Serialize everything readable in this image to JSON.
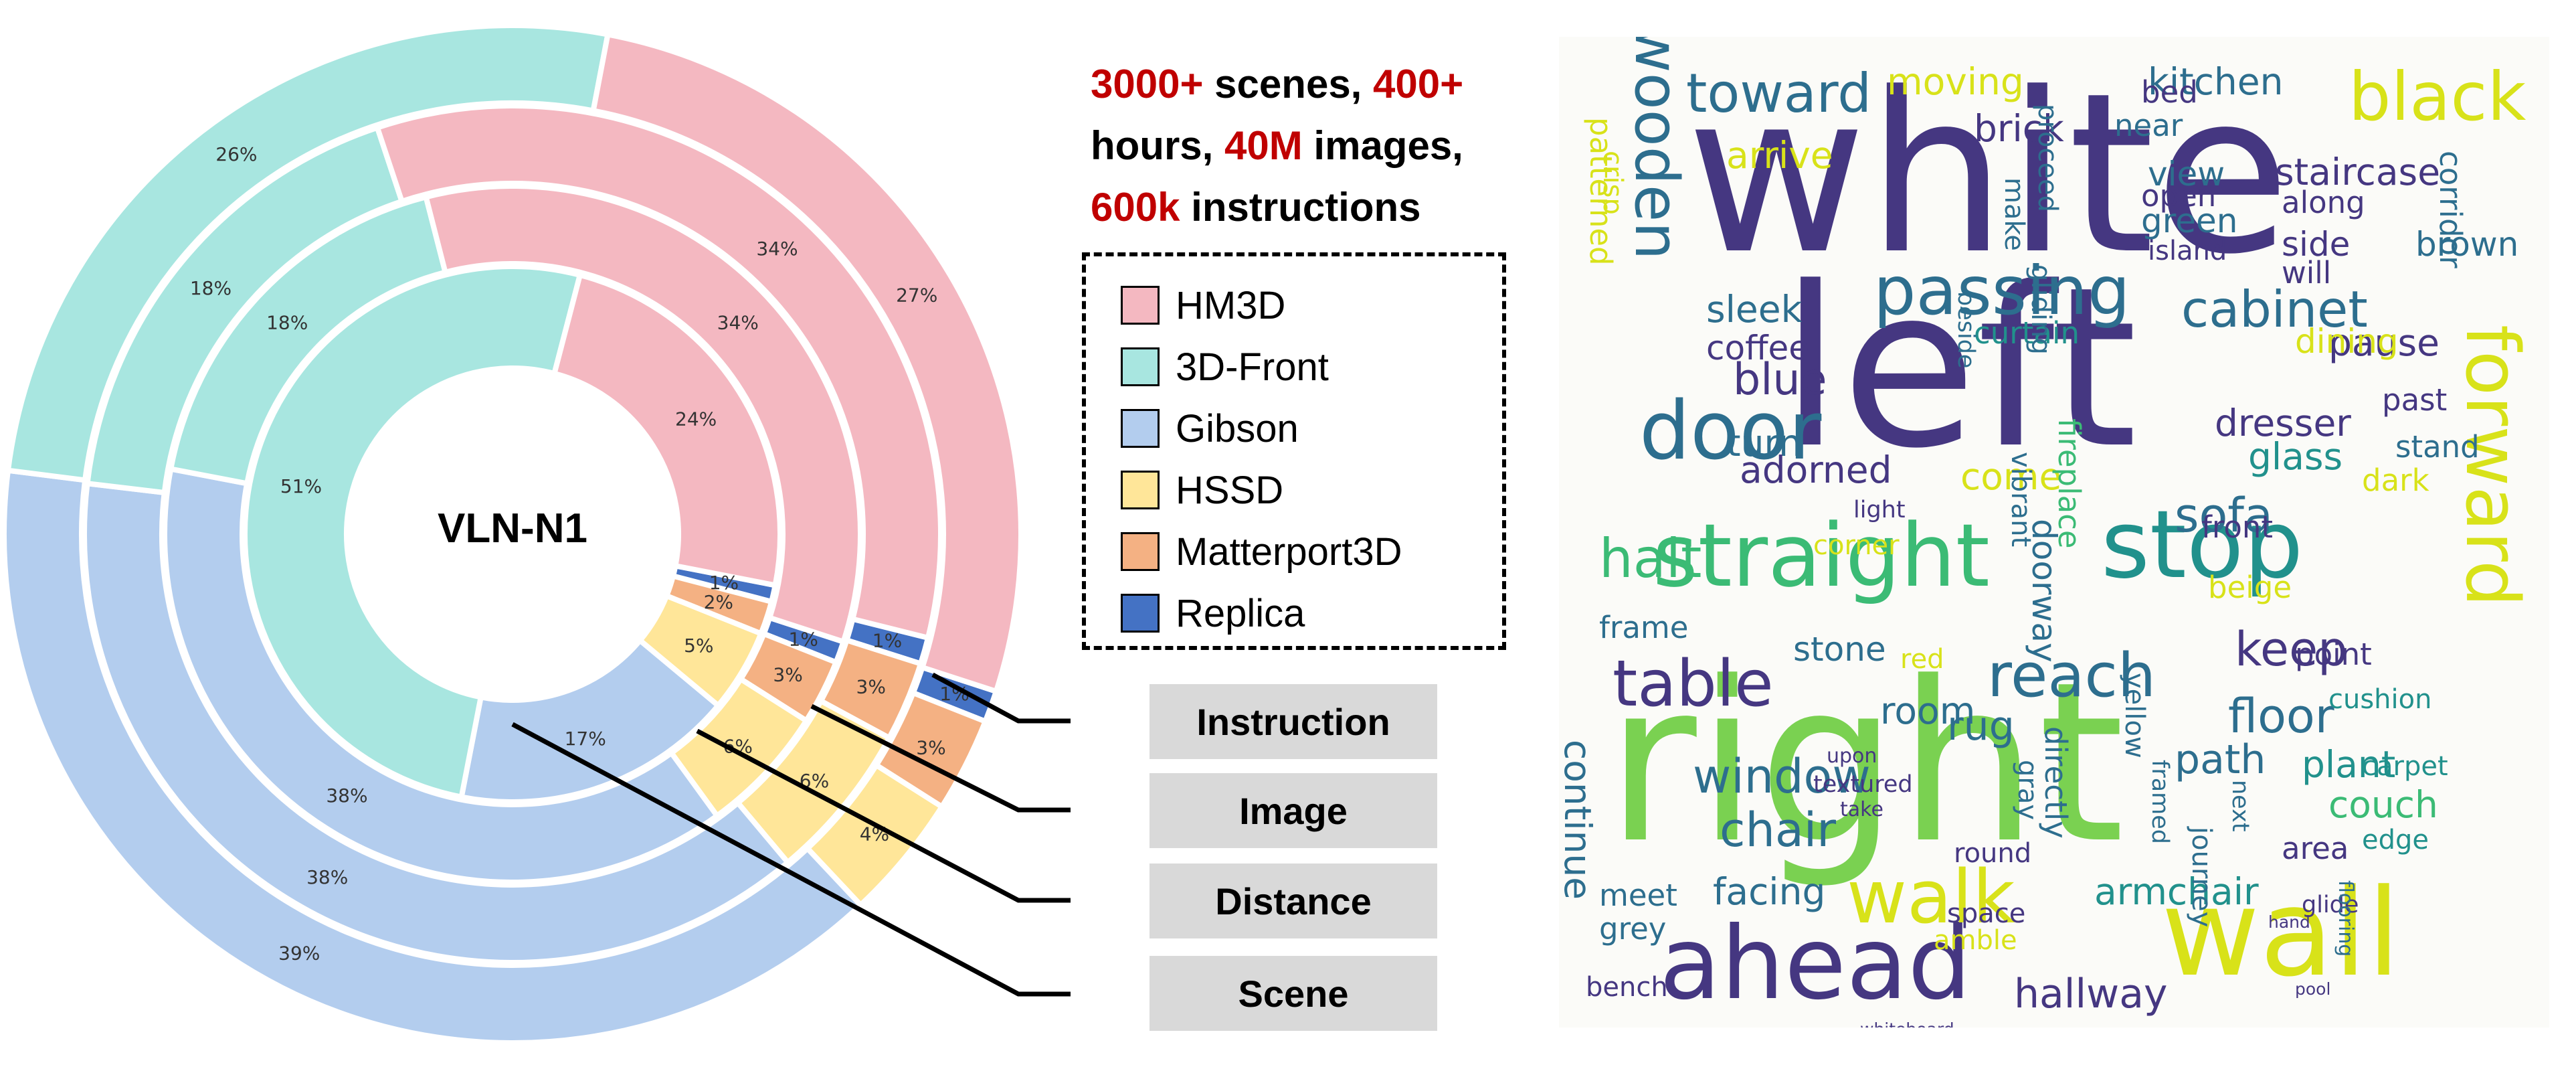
{
  "chart_data": {
    "type": "pie",
    "subtype": "nested-donut",
    "center_label": "VLN-N1",
    "categories": [
      "HM3D",
      "3D-Front",
      "Gibson",
      "HSSD",
      "Matterport3D",
      "Replica"
    ],
    "colors": {
      "HM3D": "#f4b8c1",
      "3D-Front": "#a8e6e0",
      "Gibson": "#b3cdee",
      "HSSD": "#ffe699",
      "Matterport3D": "#f4b183",
      "Replica": "#4472c4"
    },
    "rings_inner_to_outer": [
      "Scene",
      "Distance",
      "Image",
      "Instruction"
    ],
    "series": [
      {
        "name": "Scene",
        "values": [
          24,
          51,
          17,
          5,
          2,
          1
        ],
        "labels": [
          "24%",
          "51%",
          "17%",
          "5%",
          "2%",
          "1%"
        ]
      },
      {
        "name": "Distance",
        "values": [
          34,
          18,
          38,
          6,
          3,
          1
        ],
        "labels": [
          "34%",
          "18%",
          "38%",
          "6%",
          "3%",
          "1%"
        ]
      },
      {
        "name": "Image",
        "values": [
          34,
          18,
          38,
          6,
          3,
          1
        ],
        "labels": [
          "34%",
          "18%",
          "38%",
          "6%",
          "3%",
          "1%"
        ]
      },
      {
        "name": "Instruction",
        "values": [
          27,
          26,
          39,
          4,
          3,
          1
        ],
        "labels": [
          "27%",
          "26%",
          "39%",
          "4%",
          "3%",
          "1%"
        ]
      }
    ]
  },
  "stats": {
    "line1_a": "3000+",
    "line1_b": " scenes, ",
    "line1_c": "400+",
    "line2_a": "hours, ",
    "line2_b": "40M",
    "line2_c": " images,",
    "line3_a": "600k",
    "line3_b": " instructions"
  },
  "legend": [
    "HM3D",
    "3D-Front",
    "Gibson",
    "HSSD",
    "Matterport3D",
    "Replica"
  ],
  "ring_labels": [
    "Instruction",
    "Image",
    "Distance",
    "Scene"
  ],
  "wordcloud": {
    "palette": [
      "#3b2a7a",
      "#453781",
      "#2d6e8e",
      "#21918c",
      "#3bbb75",
      "#7ad151",
      "#d8e219",
      "#fde725"
    ],
    "words": [
      {
        "text": "white",
        "color": "#453781"
      },
      {
        "text": "left",
        "color": "#453781"
      },
      {
        "text": "right",
        "color": "#7ad151"
      },
      {
        "text": "wall",
        "color": "#d8e219"
      },
      {
        "text": "ahead",
        "color": "#453781"
      },
      {
        "text": "straight",
        "color": "#3bbb75"
      },
      {
        "text": "stop",
        "color": "#21918c"
      },
      {
        "text": "forward",
        "color": "#d8e219"
      },
      {
        "text": "door",
        "color": "#2d6e8e"
      },
      {
        "text": "wooden",
        "color": "#2d6e8e"
      },
      {
        "text": "black",
        "color": "#d8e219"
      },
      {
        "text": "toward",
        "color": "#2d6e8e"
      },
      {
        "text": "passing",
        "color": "#2d6e8e"
      },
      {
        "text": "table",
        "color": "#453781"
      },
      {
        "text": "reach",
        "color": "#2d6e8e"
      },
      {
        "text": "walk",
        "color": "#d8e219"
      },
      {
        "text": "window",
        "color": "#2d6e8e"
      },
      {
        "text": "cabinet",
        "color": "#2d6e8e"
      },
      {
        "text": "halt",
        "color": "#3bbb75"
      },
      {
        "text": "keep",
        "color": "#453781"
      },
      {
        "text": "hallway",
        "color": "#453781"
      },
      {
        "text": "chair",
        "color": "#2d6e8e"
      },
      {
        "text": "sofa",
        "color": "#2d6e8e"
      },
      {
        "text": "floor",
        "color": "#2d6e8e"
      },
      {
        "text": "staircase",
        "color": "#453781"
      },
      {
        "text": "moving",
        "color": "#d8e219"
      },
      {
        "text": "kitchen",
        "color": "#2d6e8e"
      },
      {
        "text": "brick",
        "color": "#453781"
      },
      {
        "text": "blue",
        "color": "#453781"
      },
      {
        "text": "sleek",
        "color": "#2d6e8e"
      },
      {
        "text": "coffee",
        "color": "#453781"
      },
      {
        "text": "turn",
        "color": "#2d6e8e"
      },
      {
        "text": "continue",
        "color": "#2d6e8e"
      },
      {
        "text": "facing",
        "color": "#2d6e8e"
      },
      {
        "text": "armchair",
        "color": "#21918c"
      },
      {
        "text": "rug",
        "color": "#2d6e8e"
      },
      {
        "text": "glass",
        "color": "#21918c"
      },
      {
        "text": "pause",
        "color": "#453781"
      },
      {
        "text": "brown",
        "color": "#2d6e8e"
      },
      {
        "text": "green",
        "color": "#2d6e8e"
      },
      {
        "text": "dining",
        "color": "#d8e219"
      },
      {
        "text": "dresser",
        "color": "#453781"
      },
      {
        "text": "room",
        "color": "#2d6e8e"
      },
      {
        "text": "plant",
        "color": "#21918c"
      },
      {
        "text": "couch",
        "color": "#3bbb75"
      },
      {
        "text": "meet",
        "color": "#2d6e8e"
      },
      {
        "text": "grey",
        "color": "#2d6e8e"
      },
      {
        "text": "bench",
        "color": "#453781"
      },
      {
        "text": "arrive",
        "color": "#d8e219"
      },
      {
        "text": "adorned",
        "color": "#453781"
      },
      {
        "text": "frame",
        "color": "#2d6e8e"
      },
      {
        "text": "stone",
        "color": "#2d6e8e"
      },
      {
        "text": "beige",
        "color": "#d8e219"
      },
      {
        "text": "path",
        "color": "#2d6e8e"
      },
      {
        "text": "area",
        "color": "#453781"
      },
      {
        "text": "point",
        "color": "#453781"
      },
      {
        "text": "side",
        "color": "#453781"
      },
      {
        "text": "view",
        "color": "#2d6e8e"
      },
      {
        "text": "near",
        "color": "#2d6e8e"
      },
      {
        "text": "open",
        "color": "#453781"
      },
      {
        "text": "along",
        "color": "#453781"
      },
      {
        "text": "will",
        "color": "#453781"
      },
      {
        "text": "bed",
        "color": "#453781"
      },
      {
        "text": "island",
        "color": "#453781"
      },
      {
        "text": "come",
        "color": "#d8e219"
      },
      {
        "text": "front",
        "color": "#453781"
      },
      {
        "text": "dark",
        "color": "#d8e219"
      },
      {
        "text": "stand",
        "color": "#2d6e8e"
      },
      {
        "text": "past",
        "color": "#453781"
      },
      {
        "text": "curtain",
        "color": "#21918c"
      },
      {
        "text": "doorway",
        "color": "#2d6e8e"
      },
      {
        "text": "fireplace",
        "color": "#3bbb75"
      },
      {
        "text": "directly",
        "color": "#2d6e8e"
      },
      {
        "text": "round",
        "color": "#453781"
      },
      {
        "text": "space",
        "color": "#453781"
      },
      {
        "text": "amble",
        "color": "#d8e219"
      },
      {
        "text": "journey",
        "color": "#2d6e8e"
      },
      {
        "text": "cushion",
        "color": "#21918c"
      },
      {
        "text": "carpet",
        "color": "#21918c"
      },
      {
        "text": "edge",
        "color": "#21918c"
      },
      {
        "text": "corridor",
        "color": "#2d6e8e"
      },
      {
        "text": "patterned",
        "color": "#d8e219"
      },
      {
        "text": "gray",
        "color": "#2d6e8e"
      },
      {
        "text": "yellow",
        "color": "#2d6e8e"
      },
      {
        "text": "vibrant",
        "color": "#2d6e8e"
      },
      {
        "text": "beside",
        "color": "#2d6e8e"
      },
      {
        "text": "make",
        "color": "#2d6e8e"
      },
      {
        "text": "gliding",
        "color": "#2d6e8e"
      },
      {
        "text": "proceed",
        "color": "#2d6e8e"
      },
      {
        "text": "textured",
        "color": "#453781"
      },
      {
        "text": "corner",
        "color": "#d8e219"
      },
      {
        "text": "light",
        "color": "#453781"
      },
      {
        "text": "crisp",
        "color": "#d8e219"
      },
      {
        "text": "red",
        "color": "#d8e219"
      },
      {
        "text": "framed",
        "color": "#2d6e8e"
      },
      {
        "text": "next",
        "color": "#2d6e8e"
      },
      {
        "text": "take",
        "color": "#453781"
      },
      {
        "text": "upon",
        "color": "#453781"
      },
      {
        "text": "whiteboard",
        "color": "#453781"
      },
      {
        "text": "glide",
        "color": "#453781"
      },
      {
        "text": "flooring",
        "color": "#2d6e8e"
      },
      {
        "text": "pool",
        "color": "#453781"
      },
      {
        "text": "hand",
        "color": "#453781"
      }
    ]
  }
}
